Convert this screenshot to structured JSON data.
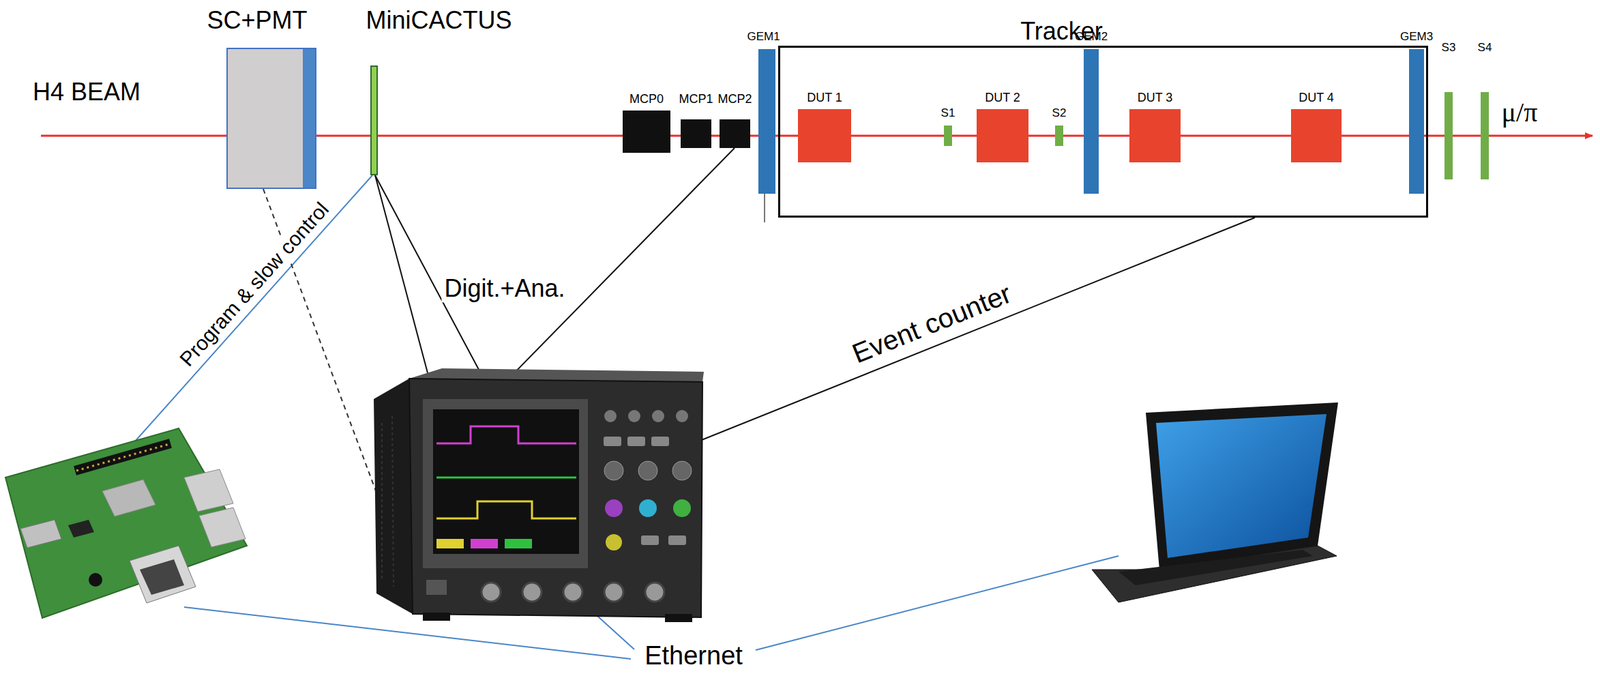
{
  "diagram": {
    "nodes": [
      {
        "text": [
          "SC+PMT"
        ]
      },
      {
        "text": [
          "MiniCACTUS"
        ]
      },
      {
        "text": [
          "MCP0"
        ]
      },
      {
        "text": [
          "MCP1"
        ]
      },
      {
        "text": [
          "MCP2"
        ]
      },
      {
        "text": [
          "GEM1"
        ]
      },
      {
        "text": [
          "Tracker"
        ]
      },
      {
        "text": [
          "DUT 1"
        ],
        "in": 6
      },
      {
        "text": [
          "S1"
        ],
        "in": 6
      },
      {
        "text": [
          "DUT 2"
        ],
        "in": 6
      },
      {
        "text": [
          "S2"
        ],
        "in": 6
      },
      {
        "text": [
          "GEM2"
        ],
        "in": 6
      },
      {
        "text": [
          "DUT 3"
        ],
        "in": 6
      },
      {
        "text": [
          "DUT 4"
        ],
        "in": 6
      },
      {
        "text": [
          "GEM3"
        ],
        "in": 6
      },
      {
        "text": [
          "S3"
        ]
      },
      {
        "text": [
          "S4"
        ]
      }
    ],
    "labels": [
      "H4 BEAM",
      "μ/π",
      "Digit.+Ana.",
      "Program & slow control",
      "Event counter",
      "Ethernet"
    ]
  }
}
